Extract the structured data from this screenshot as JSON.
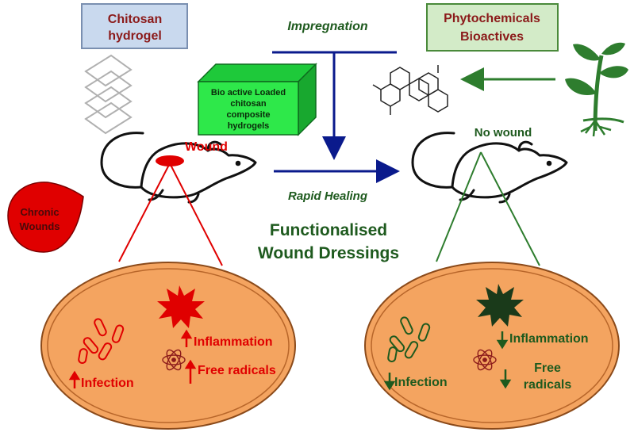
{
  "boxes": {
    "chitosan": {
      "line1": "Chitosan",
      "line2": "hydrogel"
    },
    "phyto": {
      "line1": "Phytochemicals",
      "line2": "Bioactives"
    },
    "composite": {
      "line1": "Bio active Loaded",
      "line2": "chitosan",
      "line3": "composite",
      "line4": "hydrogels"
    }
  },
  "labels": {
    "impregnation": "Impregnation",
    "rapid_healing": "Rapid Healing",
    "wound": "Wound",
    "no_wound": "No wound",
    "chronic_line1": "Chronic",
    "chronic_line2": "Wounds",
    "title_line1": "Functionalised",
    "title_line2": "Wound Dressings"
  },
  "left_panel": {
    "inflammation": "Inflammation",
    "free_radicals": "Free radicals",
    "infection": "Infection"
  },
  "right_panel": {
    "inflammation": "Inflammation",
    "free_radicals_line1": "Free",
    "free_radicals_line2": "radicals",
    "infection": "Infection"
  },
  "colors": {
    "red": "#e00000",
    "dark_green": "#1e5a1e",
    "navy": "#0a1a8c",
    "orange": "#f4a460",
    "box_blue": "#c9d9ee",
    "box_green": "#d3ebc8",
    "bright_green": "#2ee84a",
    "maroon": "#8b1a1a"
  }
}
